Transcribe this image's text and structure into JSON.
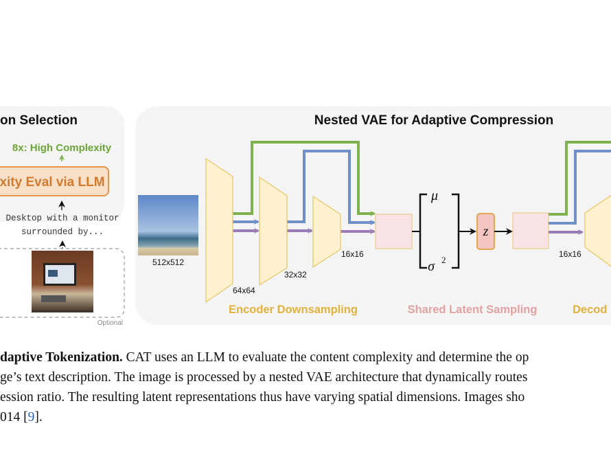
{
  "figure": {
    "left_panel": {
      "title": "on Selection",
      "result_label": "8x: High Complexity",
      "eval_box_label": "xity Eval via LLM",
      "description_line1": "Desktop with a monitor",
      "description_line2": "surrounded by...",
      "optional_label": "Optional"
    },
    "right_panel": {
      "title": "Nested VAE for Adaptive Compression",
      "input_size": "512x512",
      "enc_sizes": [
        "64x64",
        "32x32",
        "16x16"
      ],
      "mu": "μ",
      "sigma": "σ",
      "sigma_exp": "2",
      "z": "z",
      "dec_size": "16x16",
      "section_encoder": "Encoder Downsampling",
      "section_latent": "Shared Latent Sampling",
      "section_decoder": "Decod"
    },
    "colors": {
      "green": "#7db24e",
      "blue": "#6f8fc8",
      "purple": "#9a7bb8",
      "trapezoid": "#fdf1d0",
      "encoder_label": "#e2b23c",
      "latent_label": "#e3a2a0",
      "eval_text": "#d27b2c"
    }
  },
  "caption": {
    "bold": "daptive Tokenization.",
    "line1": " CAT uses an LLM to evaluate the content complexity and determine the op",
    "line2": "ge’s text description. The image is processed by a nested VAE architecture that dynamically routes",
    "line3": "ession ratio. The resulting latent representations thus have varying spatial dimensions. Images sho",
    "line4_prefix": "014 [",
    "line4_cite": "9",
    "line4_suffix": "]."
  }
}
